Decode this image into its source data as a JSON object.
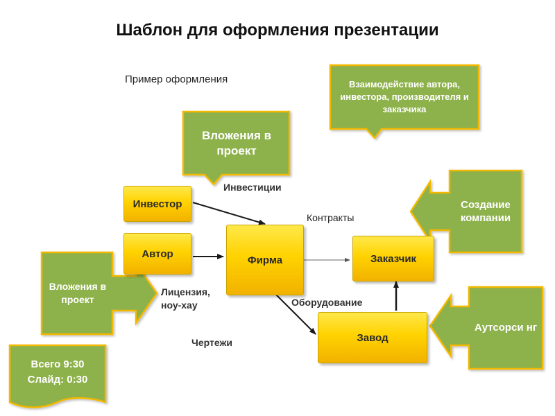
{
  "title": "Шаблон для оформления презентации",
  "subtitle": "Пример оформления",
  "nodes": {
    "investor": "Инвестор",
    "author": "Автор",
    "firm": "Фирма",
    "customer": "Заказчик",
    "factory": "Завод"
  },
  "labels": {
    "investments": "Инвестиции",
    "contracts": "Контракты",
    "license": "Лицензия,\nноу-хау",
    "equipment": "Оборудование",
    "drawings": "Чертежи"
  },
  "callouts": {
    "interaction": "Взаимодействие автора, инвестора, производителя и заказчика",
    "investment_top": "Вложения в проект",
    "company_creation": "Создание компании",
    "investment_left": "Вложения в проект",
    "outsourcing": "Аутсорси нг",
    "time": "Всего 9:30\nСлайд: 0:30"
  },
  "colors": {
    "callout_fill": "#8db14c",
    "callout_border": "#f3b800",
    "node_fill": "#ffd200",
    "arrow": "#1a1a1a"
  }
}
